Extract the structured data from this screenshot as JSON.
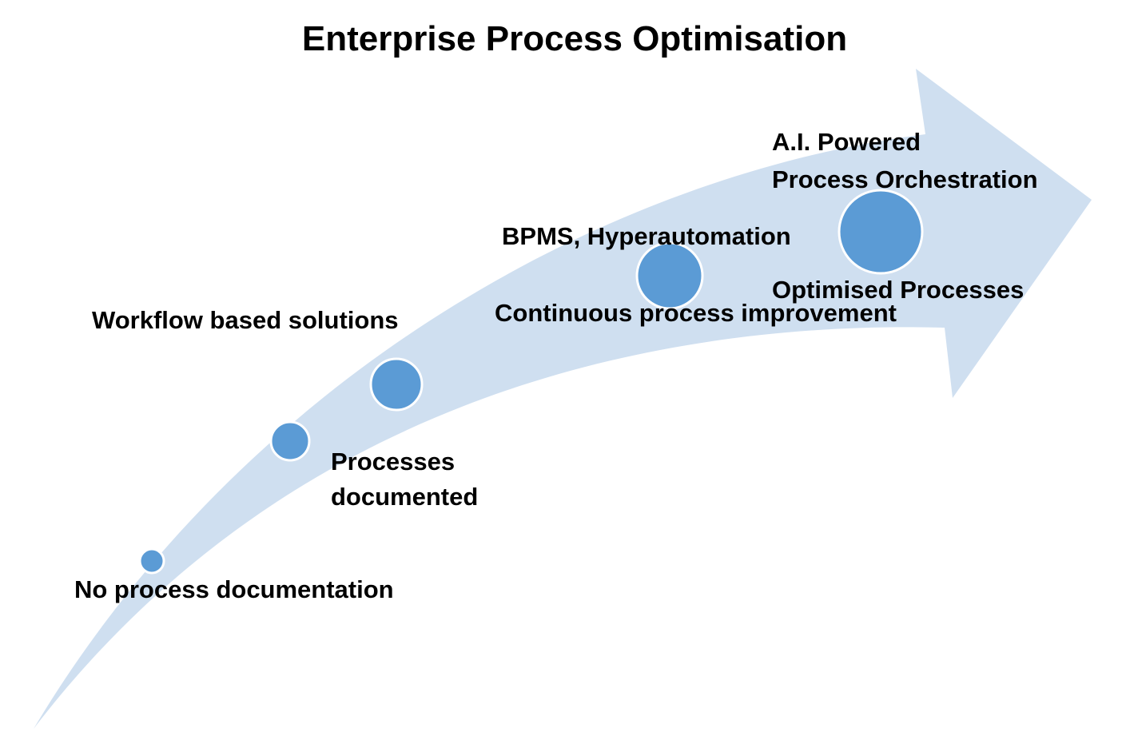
{
  "title": "Enterprise Process Optimisation",
  "colors": {
    "arrow_fill": "#cfdff0",
    "milestone_fill": "#5b9bd5",
    "milestone_stroke": "#ffffff",
    "text": "#000000"
  },
  "stages": [
    {
      "lines": [
        "No process documentation"
      ]
    },
    {
      "lines": [
        "Processes",
        "documented"
      ]
    },
    {
      "lines": [
        "Workflow based solutions"
      ]
    },
    {
      "lines": [
        "BPMS, Hyperautomation"
      ],
      "secondary": "Continuous process improvement"
    },
    {
      "lines": [
        "A.I. Powered",
        "Process Orchestration"
      ],
      "secondary": "Optimised Processes"
    }
  ]
}
